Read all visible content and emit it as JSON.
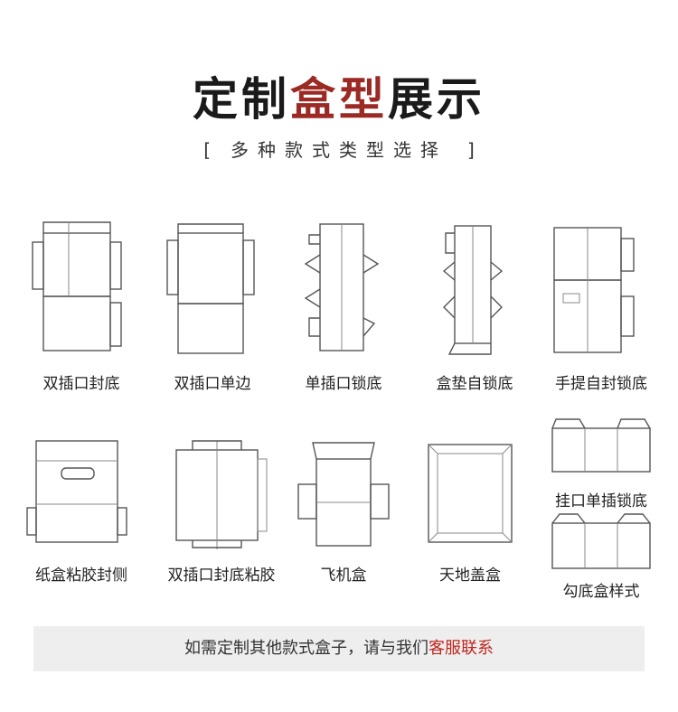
{
  "header": {
    "title_part1": "定制",
    "title_accent": "盒型",
    "title_part2": "展示",
    "subtitle": "多种款式类型选择",
    "bracket_left": "[",
    "bracket_right": "]"
  },
  "box_types": [
    {
      "label": "双插口封底",
      "icon": "double-tuck-lock-bottom-diagram"
    },
    {
      "label": "双插口单边",
      "icon": "double-tuck-single-side-diagram"
    },
    {
      "label": "单插口锁底",
      "icon": "single-tuck-lock-bottom-diagram"
    },
    {
      "label": "盒垫自锁底",
      "icon": "pad-auto-lock-bottom-diagram"
    },
    {
      "label": "手提自封锁底",
      "icon": "handle-self-seal-lock-bottom-diagram"
    },
    {
      "label": "纸盒粘胶封侧",
      "icon": "glued-side-seal-box-diagram"
    },
    {
      "label": "双插口封底粘胶",
      "icon": "double-tuck-glued-bottom-diagram"
    },
    {
      "label": "飞机盒",
      "icon": "mailer-box-diagram"
    },
    {
      "label": "天地盖盒",
      "icon": "lid-and-base-box-diagram"
    },
    {
      "label": "挂口单插锁底",
      "icon": "hanger-single-tuck-lock-bottom-diagram"
    },
    {
      "label": "勾底盒样式",
      "icon": "hook-bottom-box-diagram"
    }
  ],
  "footer": {
    "text": "如需定制其他款式盒子，请与我们",
    "contact": "客服联系"
  },
  "colors": {
    "accent": "#9b2a24",
    "contact": "#c0271e",
    "footer_bg": "#eeeeee",
    "line": "#555555"
  }
}
